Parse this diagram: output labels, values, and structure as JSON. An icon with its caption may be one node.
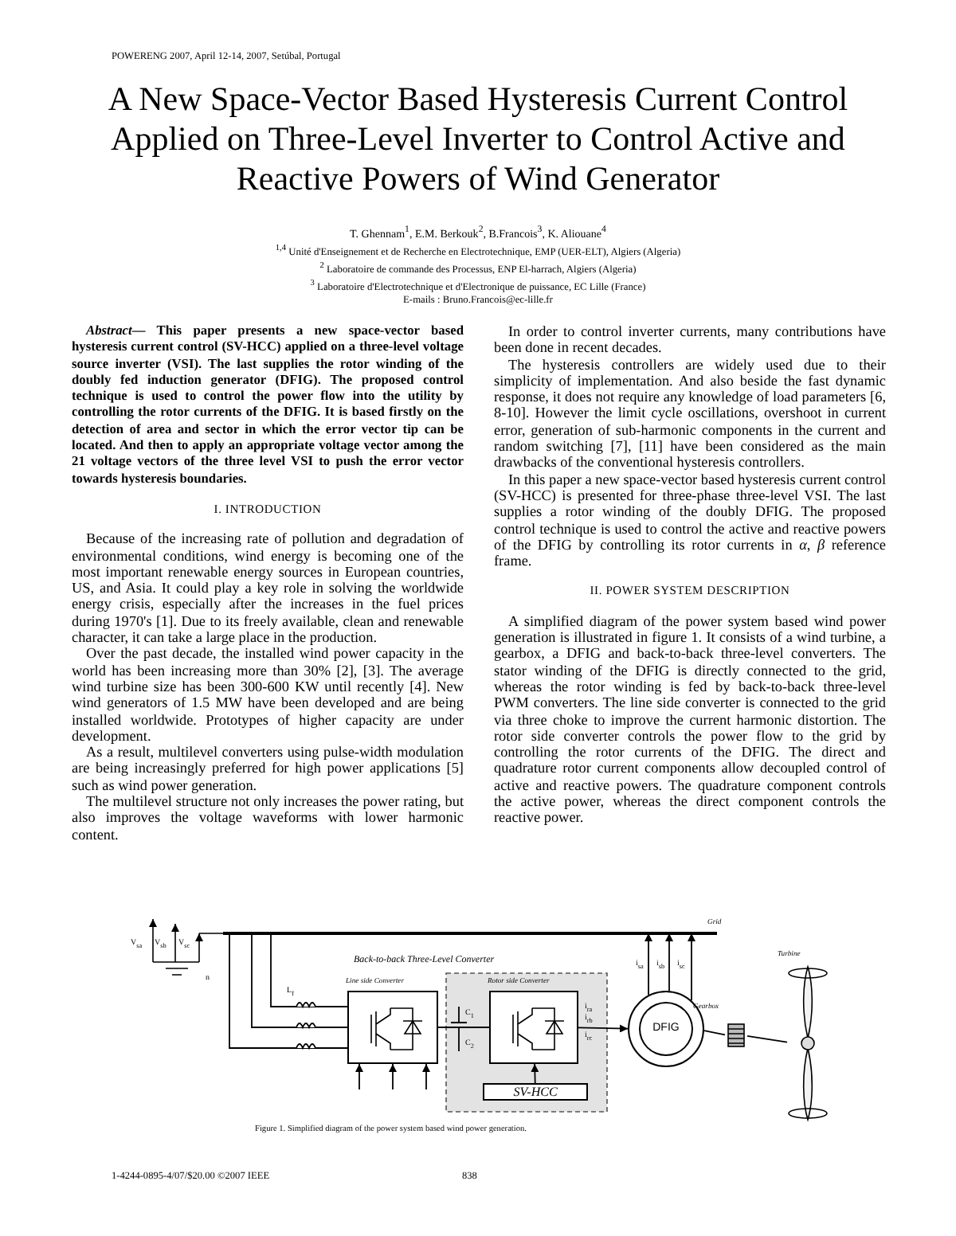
{
  "diagram": {
    "title": "A New Space-Vector Based Hysteresis Current Control Applied on Three-Level Inverter to Control Active and Reactive Powers of Wind Generator",
    "caption": "Figure 1. Simplified diagram of the power system based wind power generation.",
    "nodes": [
      {
        "text": [
          "Line side Converter"
        ]
      },
      {
        "text": [
          "Rotor side Converter"
        ]
      },
      {
        "text": [
          "SV-HCC"
        ]
      },
      {
        "text": [
          "DFIG"
        ]
      },
      {
        "text": [
          "Gearbox"
        ]
      },
      {
        "text": [
          "Turbine"
        ]
      },
      {
        "text": [
          "Grid"
        ]
      }
    ],
    "edges": [
      {
        "from": 0,
        "to": 1,
        "arrow": "none"
      },
      {
        "from": 1,
        "to": 3,
        "arrow": "to"
      },
      {
        "from": 2,
        "to": 1,
        "arrow": "to"
      },
      {
        "from": 3,
        "to": 4,
        "arrow": "none"
      },
      {
        "from": 4,
        "to": 5,
        "arrow": "none"
      },
      {
        "from": 6,
        "to": 0,
        "arrow": "none"
      },
      {
        "from": 6,
        "to": 0,
        "arrow": "none"
      },
      {
        "from": 6,
        "to": 0,
        "arrow": "none"
      },
      {
        "from": 3,
        "to": 6,
        "arrow": "to"
      },
      {
        "from": 3,
        "to": 6,
        "arrow": "to"
      },
      {
        "from": 3,
        "to": 6,
        "arrow": "to"
      },
      {
        "from": null,
        "to": 0,
        "arrow": "to"
      },
      {
        "from": null,
        "to": 0,
        "arrow": "to"
      },
      {
        "from": null,
        "to": 0,
        "arrow": "to"
      }
    ],
    "labels": [
      "POWERENG 2007, April 12-14, 2007, Setúbal, Portugal",
      "T. Ghennam$^{1}$, E.M. Berkouk$^{2}$, B.Francois$^{3}$, K. Aliouane$^{4}$",
      "$^{1,4}$ Unité d'Enseignement et de Recherche en Electrotechnique, EMP (UER-ELT), Algiers (Algeria)",
      "$^{2}$ Laboratoire de commande des Processus, ENP El-harrach, Algiers (Algeria)",
      "$^{3}$ Laboratoire d'Electrotechnique et d'Electronique de puissance, EC Lille (France)",
      "E-mails : Bruno.Francois@ec-lille.fr",
      "*Abstract*— This paper presents a new space-vector based hysteresis current control (SV-HCC) applied on a three-level voltage source inverter (VSI). The last supplies the rotor winding of the doubly fed induction generator (DFIG). The proposed control technique is used to control the power flow into the utility by controlling the rotor currents of the DFIG. It is based firstly on the detection of area and sector in which the error vector tip can be located. And then to apply an appropriate voltage vector among the 21 voltage vectors of the three level VSI to push the error vector towards hysteresis boundaries.",
      "I. INTRODUCTION",
      "Because of the increasing rate of pollution and degradation of environmental conditions, wind energy is becoming one of the most important renewable energy sources in European countries, US, and Asia. It could play a key role in solving the worldwide energy crisis, especially after the increases in the fuel prices during 1970's [1]. Due to its freely available, clean and renewable character, it can take a large place in the production.",
      "Over the past decade, the installed wind power capacity in the world has been increasing more than 30% [2], [3]. The average wind turbine size has been 300-600 KW until recently [4]. New wind generators of 1.5 MW have been developed and are being installed worldwide. Prototypes of higher capacity are under development.",
      "As a result, multilevel converters using pulse-width modulation are being increasingly preferred for high power applications [5] such as wind power generation.",
      "The multilevel structure not only increases the power rating, but also improves the voltage waveforms with lower harmonic content.",
      "In order to control inverter currents, many contributions have been done in recent decades.",
      "The hysteresis controllers are widely used due to their simplicity of implementation. And also beside the fast dynamic response, it does not require any knowledge of load parameters [6, 8-10]. However the limit cycle oscillations, overshoot in current error, generation of sub-harmonic components in the current and random switching [7], [11] have been considered as the main drawbacks of the conventional hysteresis controllers.",
      "In this paper a new space-vector based hysteresis current control (SV-HCC) is presented for three-phase three-level VSI. The last supplies a rotor winding of the doubly DFIG. The proposed control technique is used to control the active and reactive powers of the DFIG by controlling its rotor currents in *α*, *β* reference frame.",
      "II. POWER SYSTEM DESCRIPTION",
      "A simplified diagram of the power system based wind power generation is illustrated in figure 1. It consists of a wind turbine, a gearbox, a DFIG and back-to-back three-level converters. The stator winding of the DFIG is directly connected to the grid, whereas the rotor winding is fed by back-to-back three-level PWM converters. The line side converter is connected to the grid via three choke to improve the current harmonic distortion. The rotor side converter controls the power flow to the grid by controlling the rotor currents of the DFIG. The direct and quadrature rotor current components allow decoupled control of active and reactive powers. The quadrature component controls the active power, whereas the direct component controls the reactive power.",
      "Back-to-back Three-Level Converter",
      "V$_{sa}$",
      "V$_{sb}$",
      "V$_{sc}$",
      "n",
      "L$_{f}$",
      "C$_{1}$",
      "C$_{2}$",
      "i$_{ra}$",
      "i$_{rb}$",
      "i$_{rc}$",
      "i$_{sa}$",
      "i$_{sb}$",
      "i$_{sc}$",
      "1-4244-0895-4/07/$20.00 ©2007 IEEE",
      "838"
    ]
  }
}
